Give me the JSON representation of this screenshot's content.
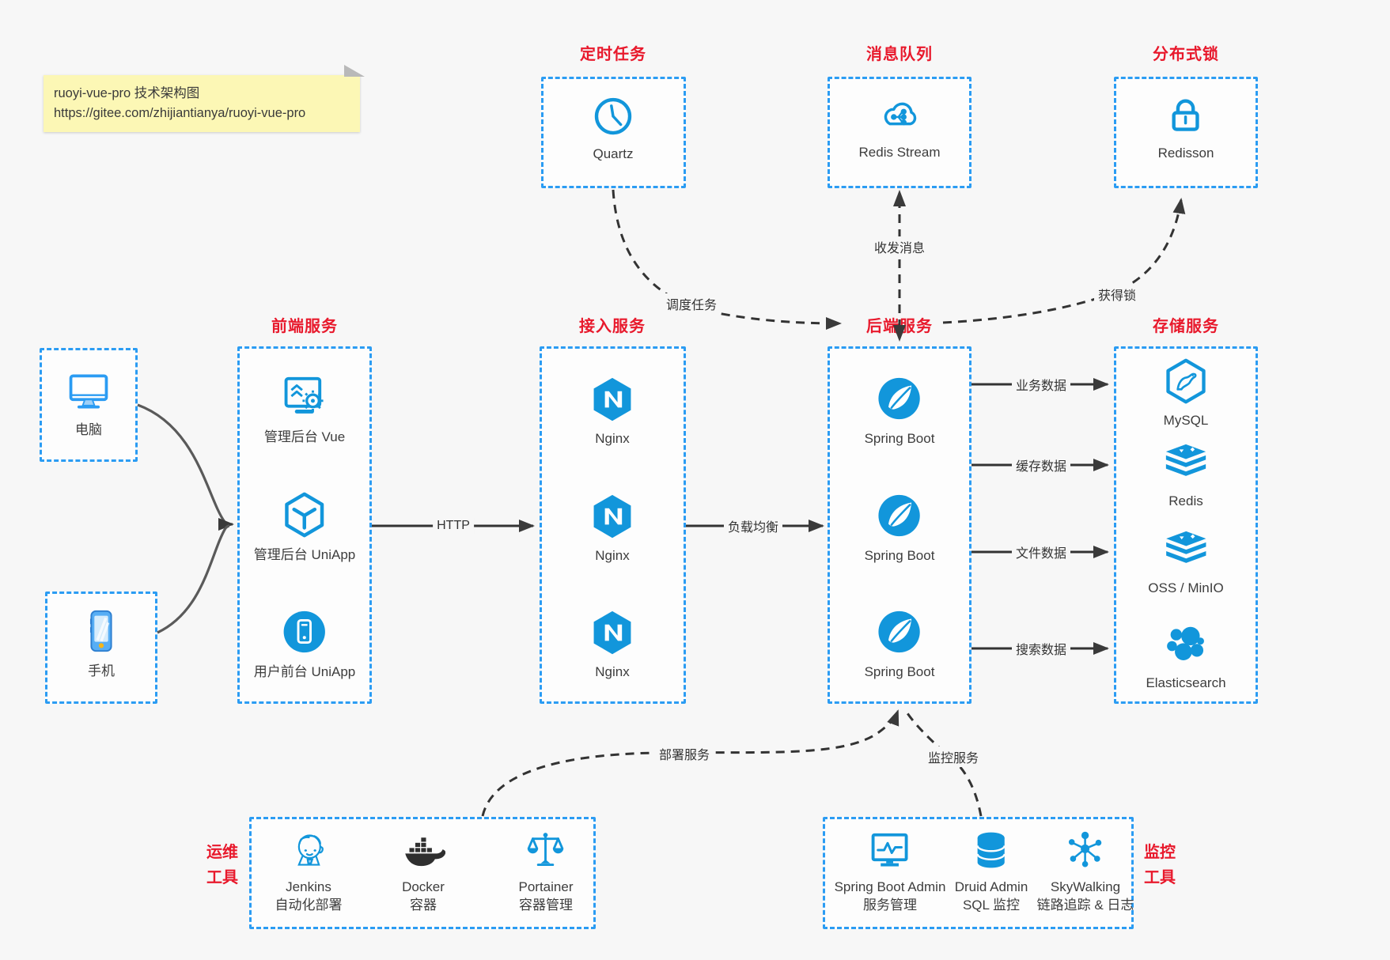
{
  "note": {
    "line1": "ruoyi-vue-pro 技术架构图",
    "line2": "https://gitee.com/zhijiantianya/ruoyi-vue-pro"
  },
  "colors": {
    "icon_blue": "#1296db",
    "border_blue": "#2b9cf3",
    "title_red": "#e8192c",
    "docker_dark": "#2f2f2f"
  },
  "top_groups": {
    "scheduler": {
      "title": "定时任务",
      "item": "Quartz"
    },
    "mq": {
      "title": "消息队列",
      "item": "Redis Stream"
    },
    "lock": {
      "title": "分布式锁",
      "item": "Redisson"
    }
  },
  "clients": {
    "pc": "电脑",
    "mobile": "手机"
  },
  "frontend": {
    "title": "前端服务",
    "items": [
      "管理后台 Vue",
      "管理后台 UniApp",
      "用户前台 UniApp"
    ]
  },
  "gateway": {
    "title": "接入服务",
    "items": [
      "Nginx",
      "Nginx",
      "Nginx"
    ]
  },
  "backend": {
    "title": "后端服务",
    "items": [
      "Spring Boot",
      "Spring Boot",
      "Spring Boot"
    ]
  },
  "storage": {
    "title": "存储服务",
    "items": [
      "MySQL",
      "Redis",
      "OSS / MinIO",
      "Elasticsearch"
    ]
  },
  "ops": {
    "title_line1": "运维",
    "title_line2": "工具",
    "items": [
      {
        "name": "Jenkins",
        "desc": "自动化部署"
      },
      {
        "name": "Docker",
        "desc": "容器"
      },
      {
        "name": "Portainer",
        "desc": "容器管理"
      }
    ]
  },
  "monitoring": {
    "title_line1": "监控",
    "title_line2": "工具",
    "items": [
      {
        "name": "Spring Boot Admin",
        "desc": "服务管理"
      },
      {
        "name": "Druid Admin",
        "desc": "SQL 监控"
      },
      {
        "name": "SkyWalking",
        "desc": "链路追踪 & 日志"
      }
    ]
  },
  "edges": {
    "http": "HTTP",
    "load_balance": "负载均衡",
    "business_data": "业务数据",
    "cache_data": "缓存数据",
    "file_data": "文件数据",
    "search_data": "搜索数据",
    "schedule_task": "调度任务",
    "send_receive_msg": "收发消息",
    "acquire_lock": "获得锁",
    "deploy_service": "部署服务",
    "monitor_service": "监控服务"
  }
}
